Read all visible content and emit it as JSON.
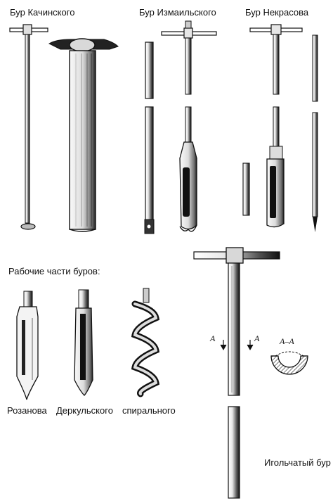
{
  "labels": {
    "kachinsky": "Бур Качинского",
    "izmailsky": "Бур Измаильского",
    "nekrasov": "Бур Некрасова",
    "working_parts": "Рабочие части буров:",
    "rozanov": "Розанова",
    "derkulsky": "Деркульского",
    "spiral": "спирального",
    "needle": "Игольчатый бур",
    "section_mark_left": "A",
    "section_mark_right": "A",
    "section_title": "A–A"
  }
}
